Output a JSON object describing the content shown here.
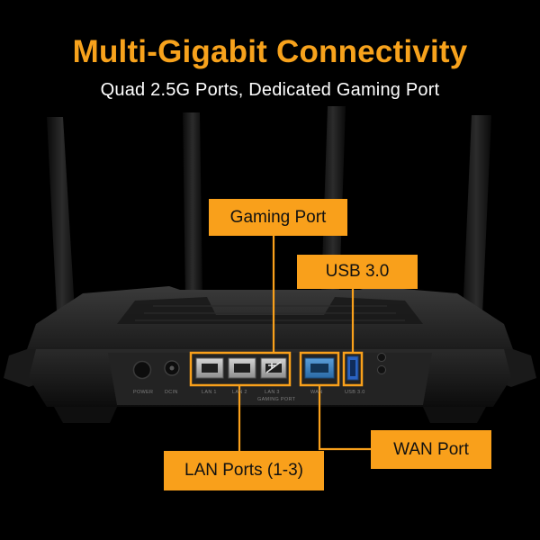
{
  "headline": "Multi-Gigabit Connectivity",
  "subheadline": "Quad 2.5G Ports, Dedicated Gaming Port",
  "callouts": {
    "gaming": "Gaming Port",
    "usb": "USB 3.0",
    "lan": "LAN Ports (1-3)",
    "wan": "WAN Port"
  },
  "panel_labels": {
    "power": "POWER",
    "dc": "DCIN",
    "lan": "LAN 1",
    "lan2": "LAN 2",
    "lan3": "LAN 3",
    "gaming": "GAMING PORT",
    "wan": "WAN",
    "usb": "USB 3.0"
  },
  "colors": {
    "accent": "#f9a01b",
    "headline": "#f7a21c",
    "background": "#000000",
    "wan_port": "#2f78b8",
    "usb_port": "#2a63c2"
  }
}
